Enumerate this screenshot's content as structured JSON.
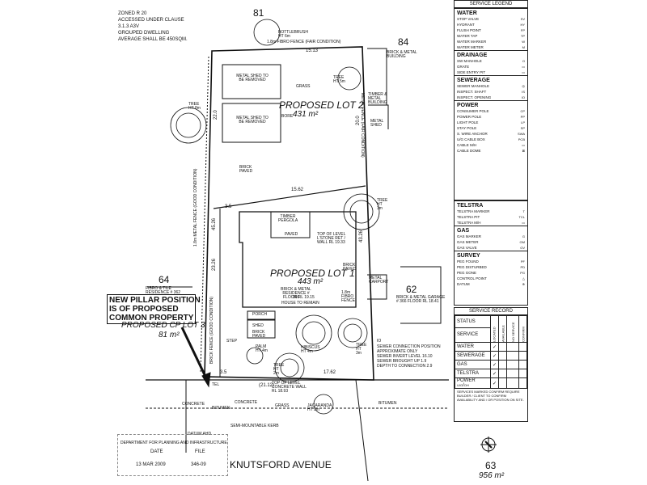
{
  "zoning": {
    "line1": "ZONED R 20",
    "line2": "ACCESSED UNDER CLAUSE",
    "line3": "3.1.3 A3V",
    "line4": "GROUPED DWELLING",
    "line5": "AVERAGE SHALL BE 450SQM."
  },
  "neighbors": {
    "top": "81",
    "right_top": "84",
    "left": "64",
    "right": "62",
    "bottom_right": "63",
    "bottom_right_area": "956 m²"
  },
  "neighbor_notes": {
    "right_top": "BRICK & METAL BUILDING",
    "right_top2": "TIMBER & METAL BUILDING",
    "metal_shed_right": "METAL SHED",
    "left_residence": "FIBRO & TILE RESIDENCE # 362",
    "right_residence": "BRICK & METAL GARAGE # 366 FLOOR RL 18.41",
    "metal_carport": "METAL CARPORT",
    "bottlebrush": "BOTTLEBRUSH HT 6m",
    "fence_top": "1.8m FIBRO FENCE (FAIR CONDITION)",
    "fence_left": "1.8m METAL FENCE (GOOD CONDITION)",
    "fence_right": "METAL FENCE (FAIR CONDITION)"
  },
  "lot2": {
    "label": "PROPOSED LOT 2",
    "area": "431 m²",
    "shed1": "METAL SHED TO BE REMOVED",
    "shed2": "METAL SHED TO BE REMOVED",
    "grass": "GRASS",
    "bore": "BORE",
    "brick_paved": "BRICK PAVED",
    "tree_left": "TREE HT 8m",
    "tree_right": "TREE HT 5m",
    "dim_left": "22.0",
    "dim_right": "20.0",
    "dim_top": "15.13",
    "dim_mid": "15.62"
  },
  "lot1": {
    "label": "PROPOSED LOT 1",
    "area": "443 m²",
    "residence": "BRICK & METAL RESIDENCE # 366",
    "floor": "FLOOR RL 19.15",
    "remain": "HOUSE TO REMAIN",
    "pergola": "TIMBER PERGOLA",
    "paved": "PAVED",
    "wall": "TOP OF LEVEL L'STONE RET / WALL RL 19.33",
    "brick_paved": "BRICK PAVED",
    "dim_left": "45.26",
    "dim_right": "43.26",
    "dim_a": "23.26",
    "dim_b": "3.5",
    "tree_right": "TREE HT 3m",
    "fence": "1.8m FIBRO FENCE"
  },
  "lot3": {
    "label": "PROPOSED CP LOT 3",
    "area": "81 m²",
    "porch": "PORCH",
    "shed": "SHED",
    "brick_paved": "BRICK PAVED",
    "step": "STEP",
    "palm": "PALM HT 4m",
    "hibiscus": "HIBISCUS HT 4m",
    "tree": "TREE HT 2m",
    "tree_right": "TREE HT 3m",
    "dim_front": "17.62",
    "dim_front2": "(21.12)",
    "dim_3_5": "3.5",
    "fence": "BRICK FENCE (GOOD CONDITION)"
  },
  "pillar_note": {
    "line1": "NEW PILLAR POSITION",
    "line2": "IS OF PROPOSED",
    "line3": "COMMON PROPERTY"
  },
  "sewer_note": {
    "line1": "IO",
    "line2": "SEWER CONNECTION POSITION",
    "line3": "APPROXIMATE ONLY",
    "line4": "SEWER INVERT LEVEL    16.10",
    "line5": "SEWER BROUGHT UP      1.9",
    "line6": "DEPTH TO CONNECTION   2.9"
  },
  "street": {
    "name": "KNUTSFORD AVENUE",
    "concrete_left": "CONCRETE",
    "bitumen_left": "BITUMEN",
    "concrete_mid": "CONCRETE",
    "grass": "GRASS",
    "jacaranda": "JACARANDA HT 3m",
    "bitumen_right": "BITUMEN",
    "kerb": "SEMI-MOUNTABLE KERB",
    "wall": "TOP OF LEVEL CONCRETE WALL RL 18.93",
    "tel": "TEL",
    "datum": "DATUM AHD"
  },
  "stamp": {
    "dept": "DEPARTMENT FOR PLANNING AND INFRASTRUCTURE",
    "date_label": "DATE",
    "file_label": "FILE",
    "date": "13 MAR 2009",
    "file": "346-09"
  },
  "legend": {
    "title": "SERVICE LEGEND",
    "sections": [
      {
        "name": "WATER",
        "items": [
          {
            "label": "STOP VALVE",
            "code": "SV"
          },
          {
            "label": "HYDRANT",
            "code": "HY"
          },
          {
            "label": "FLUSH POINT",
            "code": "FP"
          },
          {
            "label": "WATER TAP",
            "code": "TP"
          },
          {
            "label": "WATER MARKER",
            "code": "W"
          },
          {
            "label": "WATER METER",
            "code": "M"
          }
        ]
      },
      {
        "name": "DRAINAGE",
        "items": [
          {
            "label": "SW MANHOLE",
            "code": "O"
          },
          {
            "label": "GRATE",
            "code": "▭"
          },
          {
            "label": "SIDE ENTRY PIT",
            "code": "▭"
          }
        ]
      },
      {
        "name": "SEWERAGE",
        "items": [
          {
            "label": "SEWER MANHOLE",
            "code": "◎"
          },
          {
            "label": "INSPECT. SHAFT",
            "code": "IS"
          },
          {
            "label": "INSPECT. OPENING",
            "code": "IO"
          }
        ]
      },
      {
        "name": "POWER",
        "items": [
          {
            "label": "CONSUMER POLE",
            "code": "CP"
          },
          {
            "label": "POWER POLE",
            "code": "PP"
          },
          {
            "label": "LIGHT POLE",
            "code": "LP"
          },
          {
            "label": "STAY POLE",
            "code": "SP"
          },
          {
            "label": "S. WIRE ANCHOR",
            "code": "SWA"
          },
          {
            "label": "U/G CABLE BOX",
            "code": "PCB"
          },
          {
            "label": "CABLE M/H",
            "code": "▭"
          },
          {
            "label": "CABLE DOME",
            "code": "⊠"
          }
        ]
      }
    ],
    "sections2": [
      {
        "name": "TELSTRA",
        "items": [
          {
            "label": "TELSTRA MARKER",
            "code": "T"
          },
          {
            "label": "TELSTRA PIT",
            "code": "TCL"
          },
          {
            "label": "TELSTRA M/H",
            "code": "▭"
          }
        ]
      },
      {
        "name": "GAS",
        "items": [
          {
            "label": "GAS MARKER",
            "code": "G"
          },
          {
            "label": "GAS METER",
            "code": "GM"
          },
          {
            "label": "GAS VALVE",
            "code": "GV"
          }
        ]
      },
      {
        "name": "SURVEY",
        "items": [
          {
            "label": "PEG FOUND",
            "code": "PF"
          },
          {
            "label": "PEG DISTURBED",
            "code": "PD"
          },
          {
            "label": "PEG GONE",
            "code": "PG"
          },
          {
            "label": "CONTROL POINT",
            "code": "△"
          },
          {
            "label": "DATUM",
            "code": "⊕"
          }
        ]
      }
    ]
  },
  "service_record": {
    "title": "SERVICE RECORD",
    "status": "STATUS",
    "service": "SERVICE",
    "col1": "LOCATED",
    "col2": "AVAILABLE",
    "col3": "NO SERVICE",
    "col4": "CONFIRM",
    "rows": [
      {
        "name": "WATER",
        "mark": "✓"
      },
      {
        "name": "SEWERAGE",
        "mark": "✓"
      },
      {
        "name": "GAS",
        "mark": "✓"
      },
      {
        "name": "TELSTRA",
        "mark": "✓"
      },
      {
        "name": "POWER",
        "sub1": "U/G",
        "sub2": "OH",
        "mark": "✓"
      }
    ],
    "note": "SERVICES MARKED CONFIRM REQUIRE BUILDER / CLIENT TO CONFIRM AVAILABILITY AND / OR POSITION ON SITE."
  }
}
